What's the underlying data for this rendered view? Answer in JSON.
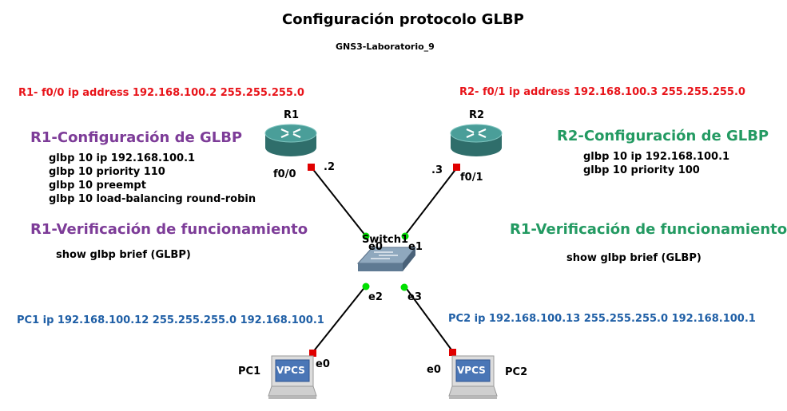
{
  "title": "Configuración protocolo GLBP",
  "subtitle": "GNS3-Laboratorio_9",
  "r1_address": "R1- f0/0 ip address 192.168.100.2 255.255.255.0",
  "r2_address": "R2- f0/1 ip address 192.168.100.3 255.255.255.0",
  "r1_config": {
    "heading": "R1-Configuración de GLBP",
    "lines": [
      "glbp 10 ip 192.168.100.1",
      "glbp 10 priority 110",
      "glbp 10 preempt",
      "glbp 10 load-balancing round-robin"
    ]
  },
  "r2_config": {
    "heading": "R2-Configuración de GLBP",
    "lines": [
      "glbp 10 ip 192.168.100.1",
      "glbp 10 priority 100"
    ]
  },
  "verify_left": {
    "heading": "R1-Verificación de funcionamiento",
    "command": "show glbp brief (GLBP)"
  },
  "verify_right": {
    "heading": "R1-Verificación de funcionamiento",
    "command": "show glbp brief (GLBP)"
  },
  "pc1_address": "PC1 ip 192.168.100.12 255.255.255.0 192.168.100.1",
  "pc2_address": "PC2 ip 192.168.100.13 255.255.255.0 192.168.100.1",
  "nodes": {
    "r1": {
      "name": "R1",
      "port": "f0/0",
      "host": ".2"
    },
    "r2": {
      "name": "R2",
      "port": "f0/1",
      "host": ".3"
    },
    "switch": {
      "name": "Switch1",
      "ports": [
        "e0",
        "e1",
        "e2",
        "e3"
      ]
    },
    "pc1": {
      "name": "PC1",
      "port": "e0",
      "badge": "VPCS"
    },
    "pc2": {
      "name": "PC2",
      "port": "e0",
      "badge": "VPCS"
    }
  },
  "colors": {
    "red_text": "#e8141a",
    "blue_text": "#1f5fa6",
    "purple_heading": "#7d3c98",
    "green_heading": "#239a62",
    "router_body": "#3f8c88",
    "link_up": "#00e000",
    "link_down": "#e00000"
  },
  "icons": {
    "router": "router-icon",
    "switch": "switch-icon",
    "pc": "vpcs-pc-icon"
  }
}
